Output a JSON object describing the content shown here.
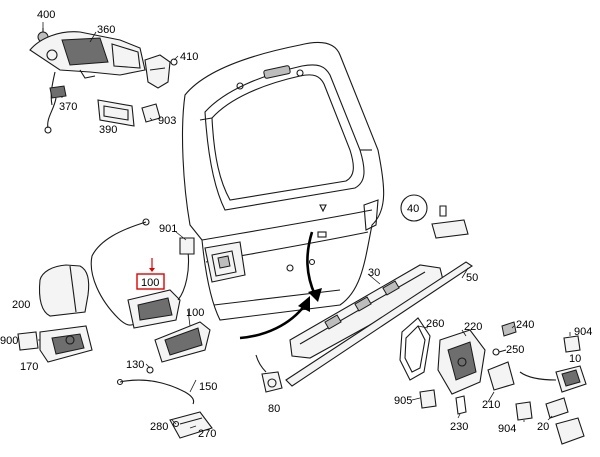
{
  "diagram": {
    "labels": {
      "p400": "400",
      "p360": "360",
      "p410": "410",
      "p370": "370",
      "p390": "390",
      "p903": "903",
      "p40": "40",
      "p901": "901",
      "p100_boxed": "100",
      "p200": "200",
      "p100": "100",
      "p30": "30",
      "p50": "50",
      "p900": "900",
      "p170": "170",
      "p130": "130",
      "p150": "150",
      "p80": "80",
      "p260": "260",
      "p220": "220",
      "p240": "240",
      "p250": "250",
      "p904_right": "904",
      "p10": "10",
      "p905": "905",
      "p210": "210",
      "p230": "230",
      "p904_bottom": "904",
      "p20": "20",
      "p280": "280",
      "p270": "270"
    },
    "colors": {
      "highlight": "#e00000",
      "line": "#1a1a1a"
    }
  }
}
